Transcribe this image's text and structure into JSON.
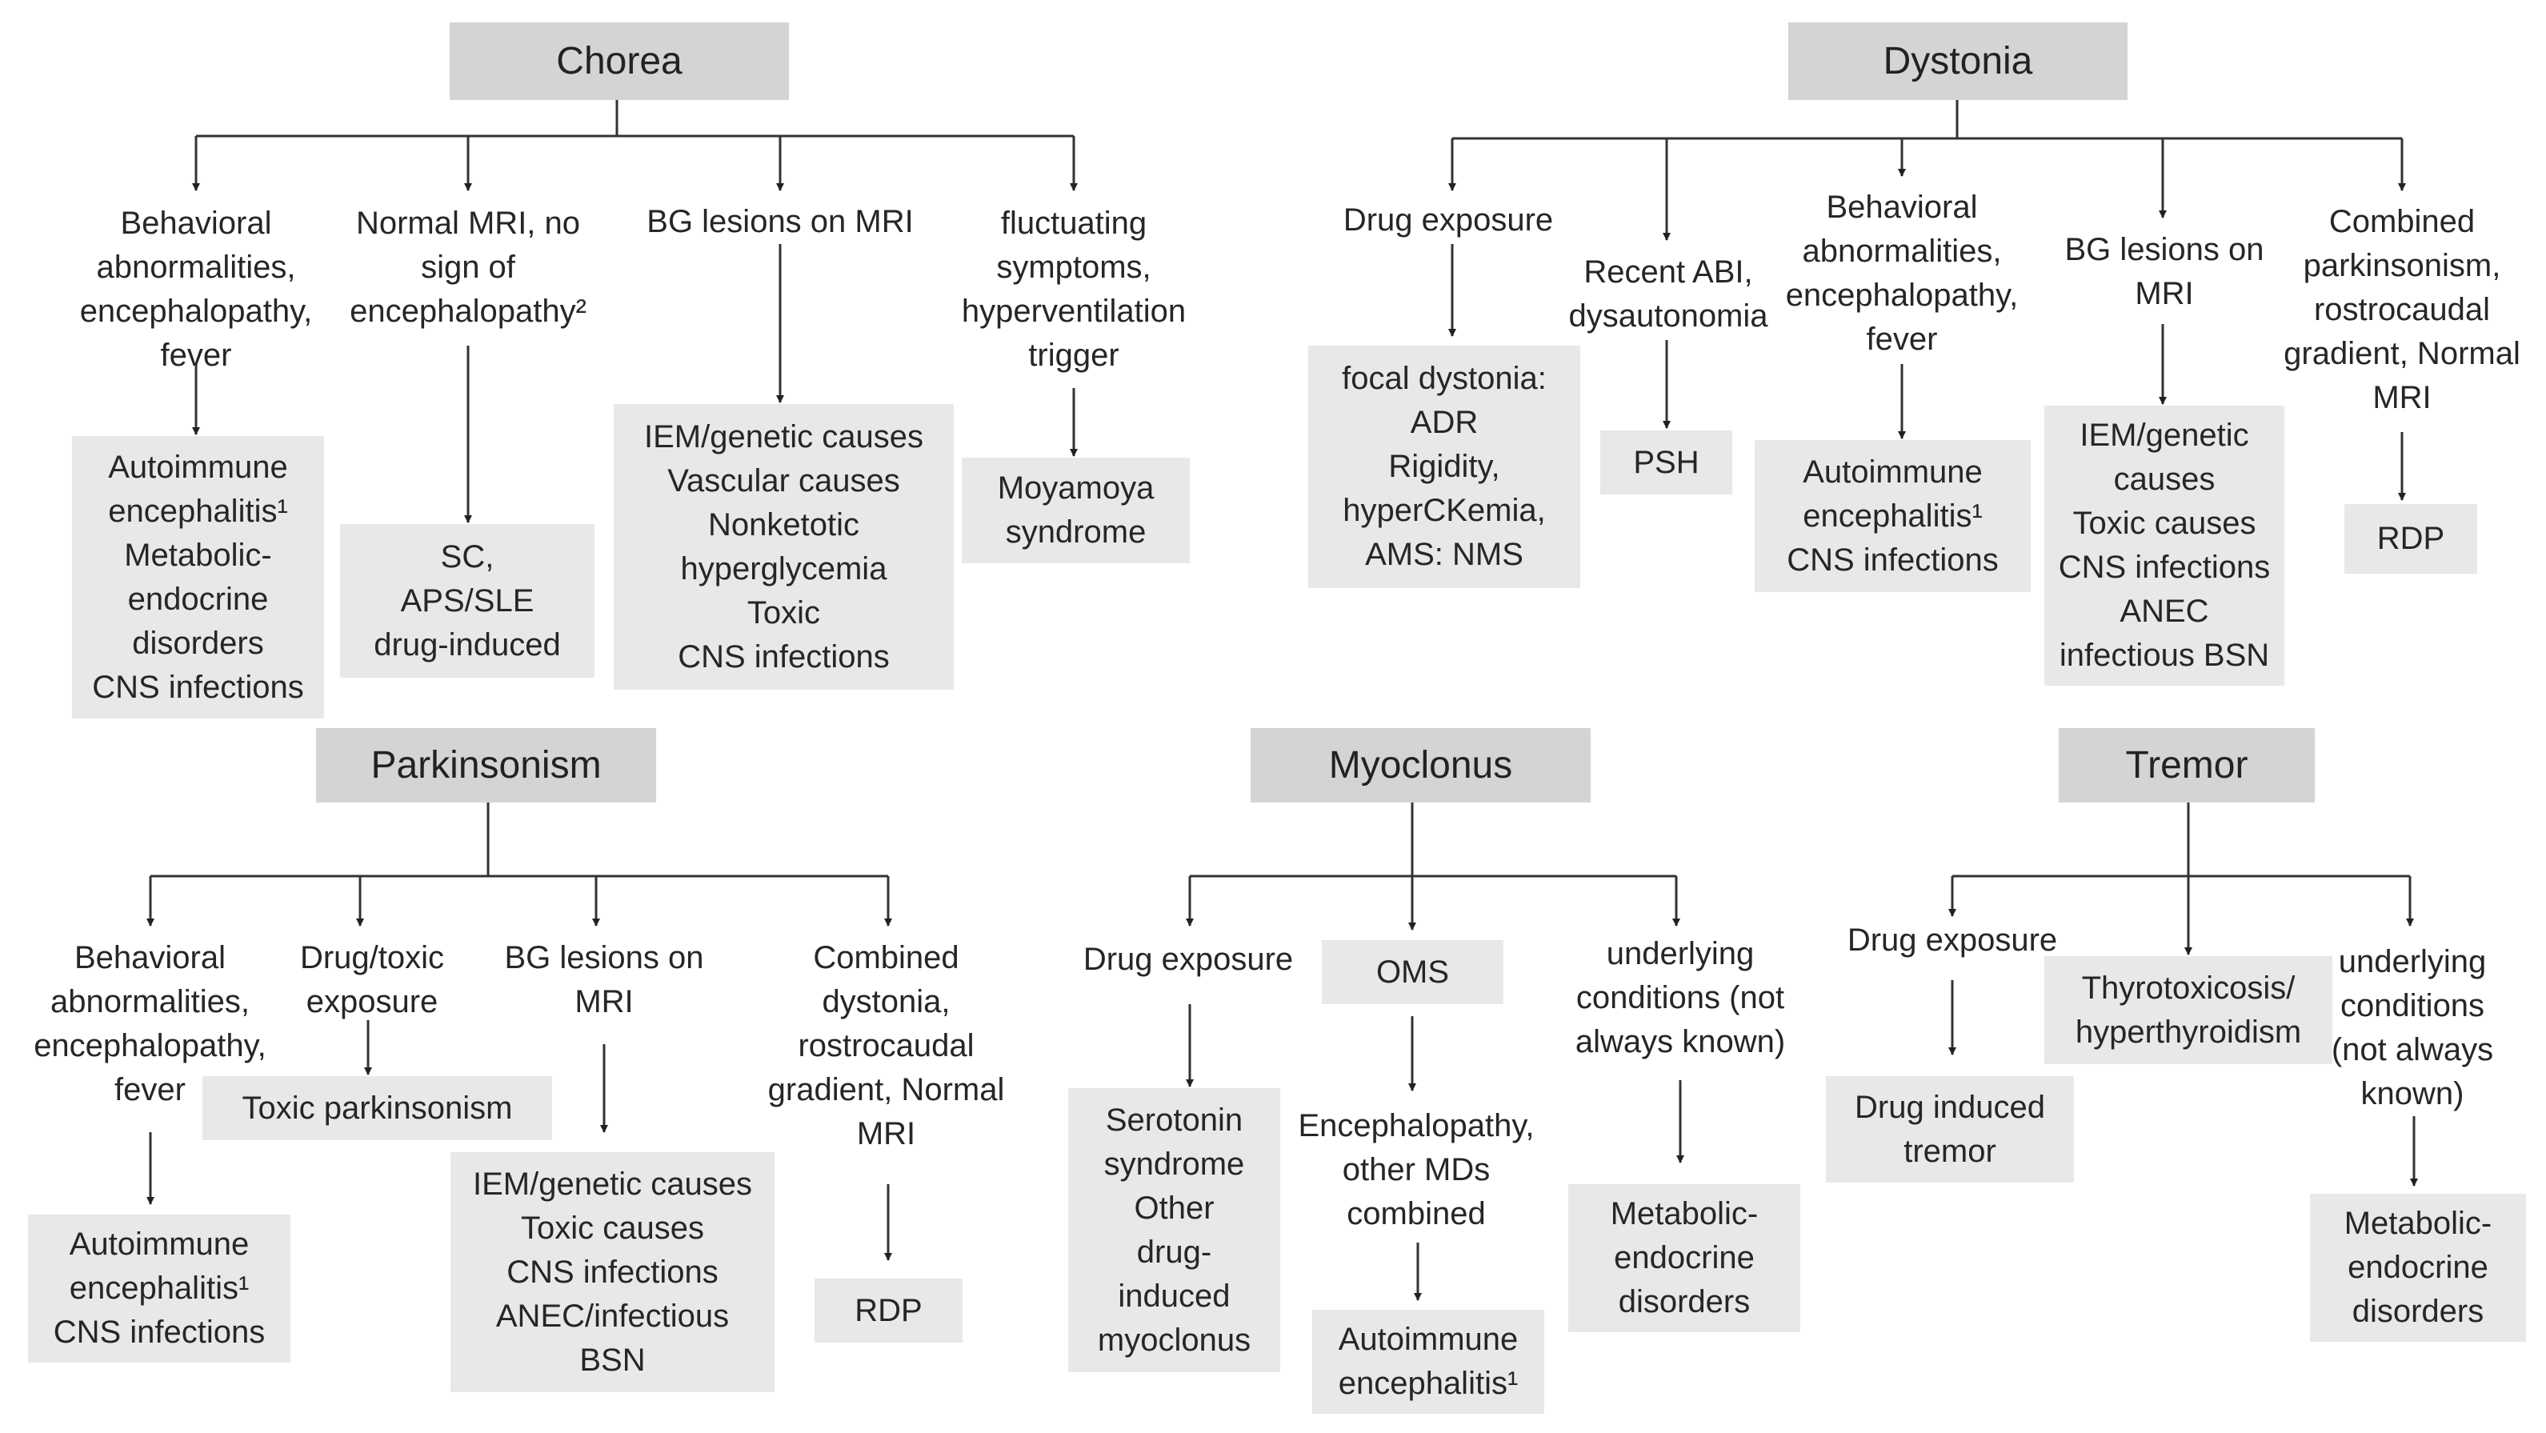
{
  "sections": {
    "chorea": {
      "title": "Chorea",
      "branches": [
        {
          "label": "Behavioral\nabnormalities,\nencephalopathy,\nfever",
          "result": "Autoimmune\nencephalitis¹\nMetabolic-\nendocrine\ndisorders\nCNS infections"
        },
        {
          "label": "Normal MRI, no\nsign of\nencephalopathy²",
          "result": "SC,\nAPS/SLE\ndrug-induced"
        },
        {
          "label": "BG lesions on MRI",
          "result": "IEM/genetic causes\nVascular causes\nNonketotic\nhyperglycemia\nToxic\nCNS infections"
        },
        {
          "label": "fluctuating\nsymptoms,\nhyperventilation\ntrigger",
          "result": "Moyamoya\nsyndrome"
        }
      ]
    },
    "dystonia": {
      "title": "Dystonia",
      "branches": [
        {
          "label": "Drug exposure",
          "result": "focal dystonia:\nADR\nRigidity,\nhyperCKemia,\nAMS: NMS"
        },
        {
          "label": "Recent ABI,\ndysautonomia",
          "result": "PSH"
        },
        {
          "label": "Behavioral\nabnormalities,\nencephalopathy,\nfever",
          "result": "Autoimmune\nencephalitis¹\nCNS infections"
        },
        {
          "label": "BG lesions on\nMRI",
          "result": "IEM/genetic\ncauses\nToxic causes\nCNS infections\nANEC\ninfectious BSN"
        },
        {
          "label": "Combined\nparkinsonism,\nrostrocaudal\ngradient, Normal\nMRI",
          "result": "RDP"
        }
      ]
    },
    "parkinsonism": {
      "title": "Parkinsonism",
      "branches": [
        {
          "label": "Behavioral\nabnormalities,\nencephalopathy,\nfever",
          "result": "Autoimmune\nencephalitis¹\nCNS infections"
        },
        {
          "label": "Drug/toxic\nexposure",
          "result": "Toxic parkinsonism"
        },
        {
          "label": "BG lesions on\nMRI",
          "result": "IEM/genetic causes\nToxic causes\nCNS infections\nANEC/infectious\nBSN"
        },
        {
          "label": "Combined\ndystonia,\nrostrocaudal\ngradient, Normal\nMRI",
          "result": "RDP"
        }
      ]
    },
    "myoclonus": {
      "title": "Myoclonus",
      "branches": [
        {
          "label": "Drug exposure",
          "result": "Serotonin\nsyndrome\nOther\ndrug-\ninduced\nmyoclonus"
        },
        {
          "label": "OMS",
          "result": "Encephalopathy,\nother MDs\ncombined",
          "result2": "Autoimmune\nencephalitis¹"
        },
        {
          "label": "underlying\nconditions (not\nalways known)",
          "result": "Metabolic-\nendocrine\ndisorders"
        }
      ]
    },
    "tremor": {
      "title": "Tremor",
      "branches": [
        {
          "label": "Drug exposure",
          "result": "Drug induced\ntremor"
        },
        {
          "label": "Thyrotoxicosis/\nhyperthyroidism"
        },
        {
          "label": "underlying\nconditions\n(not always\nknown)",
          "result": "Metabolic-\nendocrine\ndisorders"
        }
      ]
    }
  }
}
